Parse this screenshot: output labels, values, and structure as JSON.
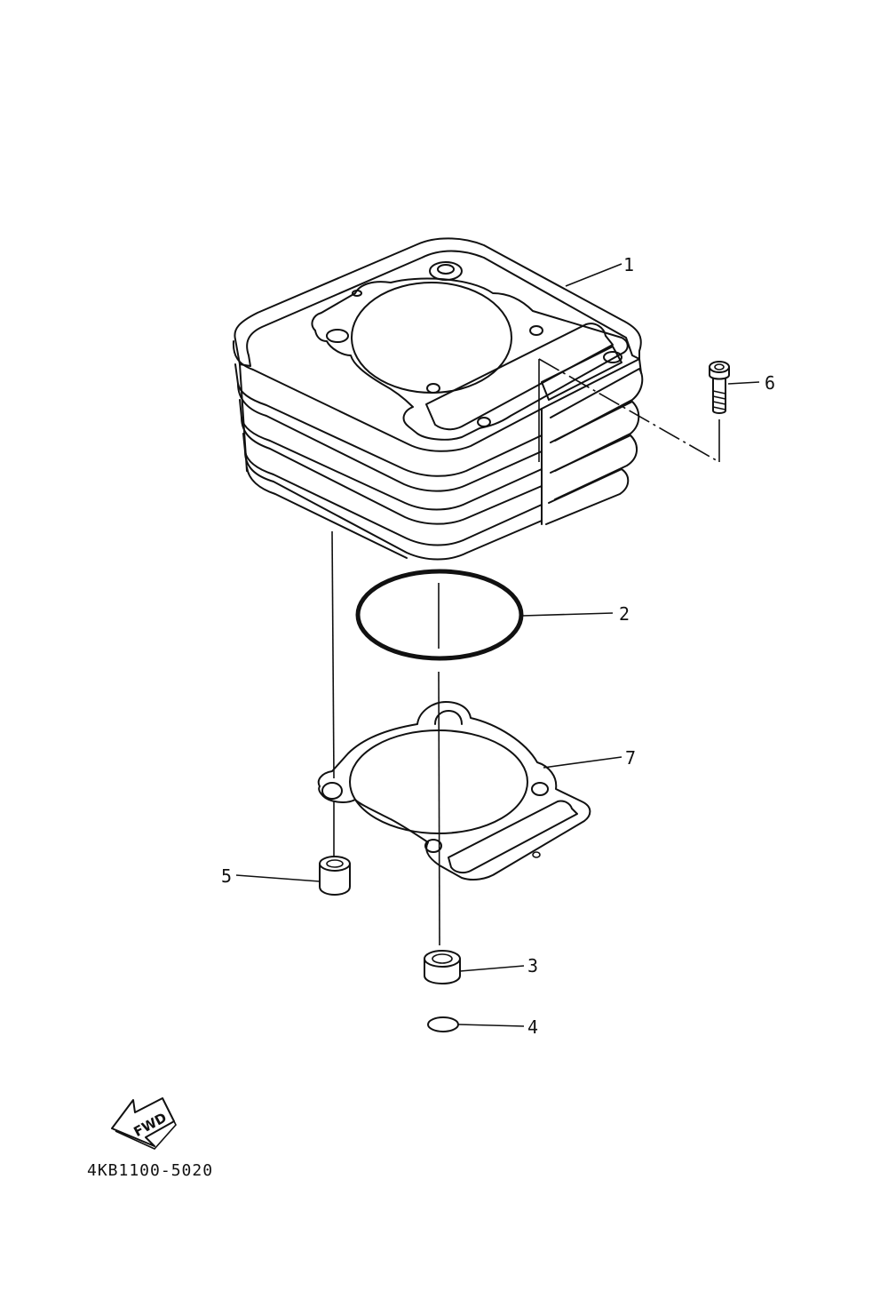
{
  "diagram": {
    "part_code": "4KB1100-5020",
    "fwd_label": "FWD",
    "callouts": [
      {
        "id": "1",
        "label": "1"
      },
      {
        "id": "2",
        "label": "2"
      },
      {
        "id": "3",
        "label": "3"
      },
      {
        "id": "4",
        "label": "4"
      },
      {
        "id": "5",
        "label": "5"
      },
      {
        "id": "6",
        "label": "6"
      },
      {
        "id": "7",
        "label": "7"
      }
    ]
  }
}
